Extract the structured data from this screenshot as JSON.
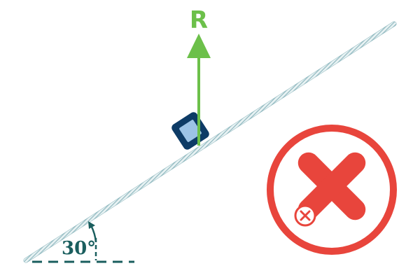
{
  "diagram": {
    "force_label": "R",
    "angle_label": "30°",
    "incline_angle_deg": 30,
    "verdict_icon": "red-x-circle-icon",
    "colors": {
      "incline": "#8fb8bf",
      "force_arrow": "#6cc04a",
      "block_outer": "#0d3b66",
      "block_inner": "#9cc3e6",
      "angle_marker": "#1a5e5e",
      "verdict": "#e8453c"
    }
  }
}
